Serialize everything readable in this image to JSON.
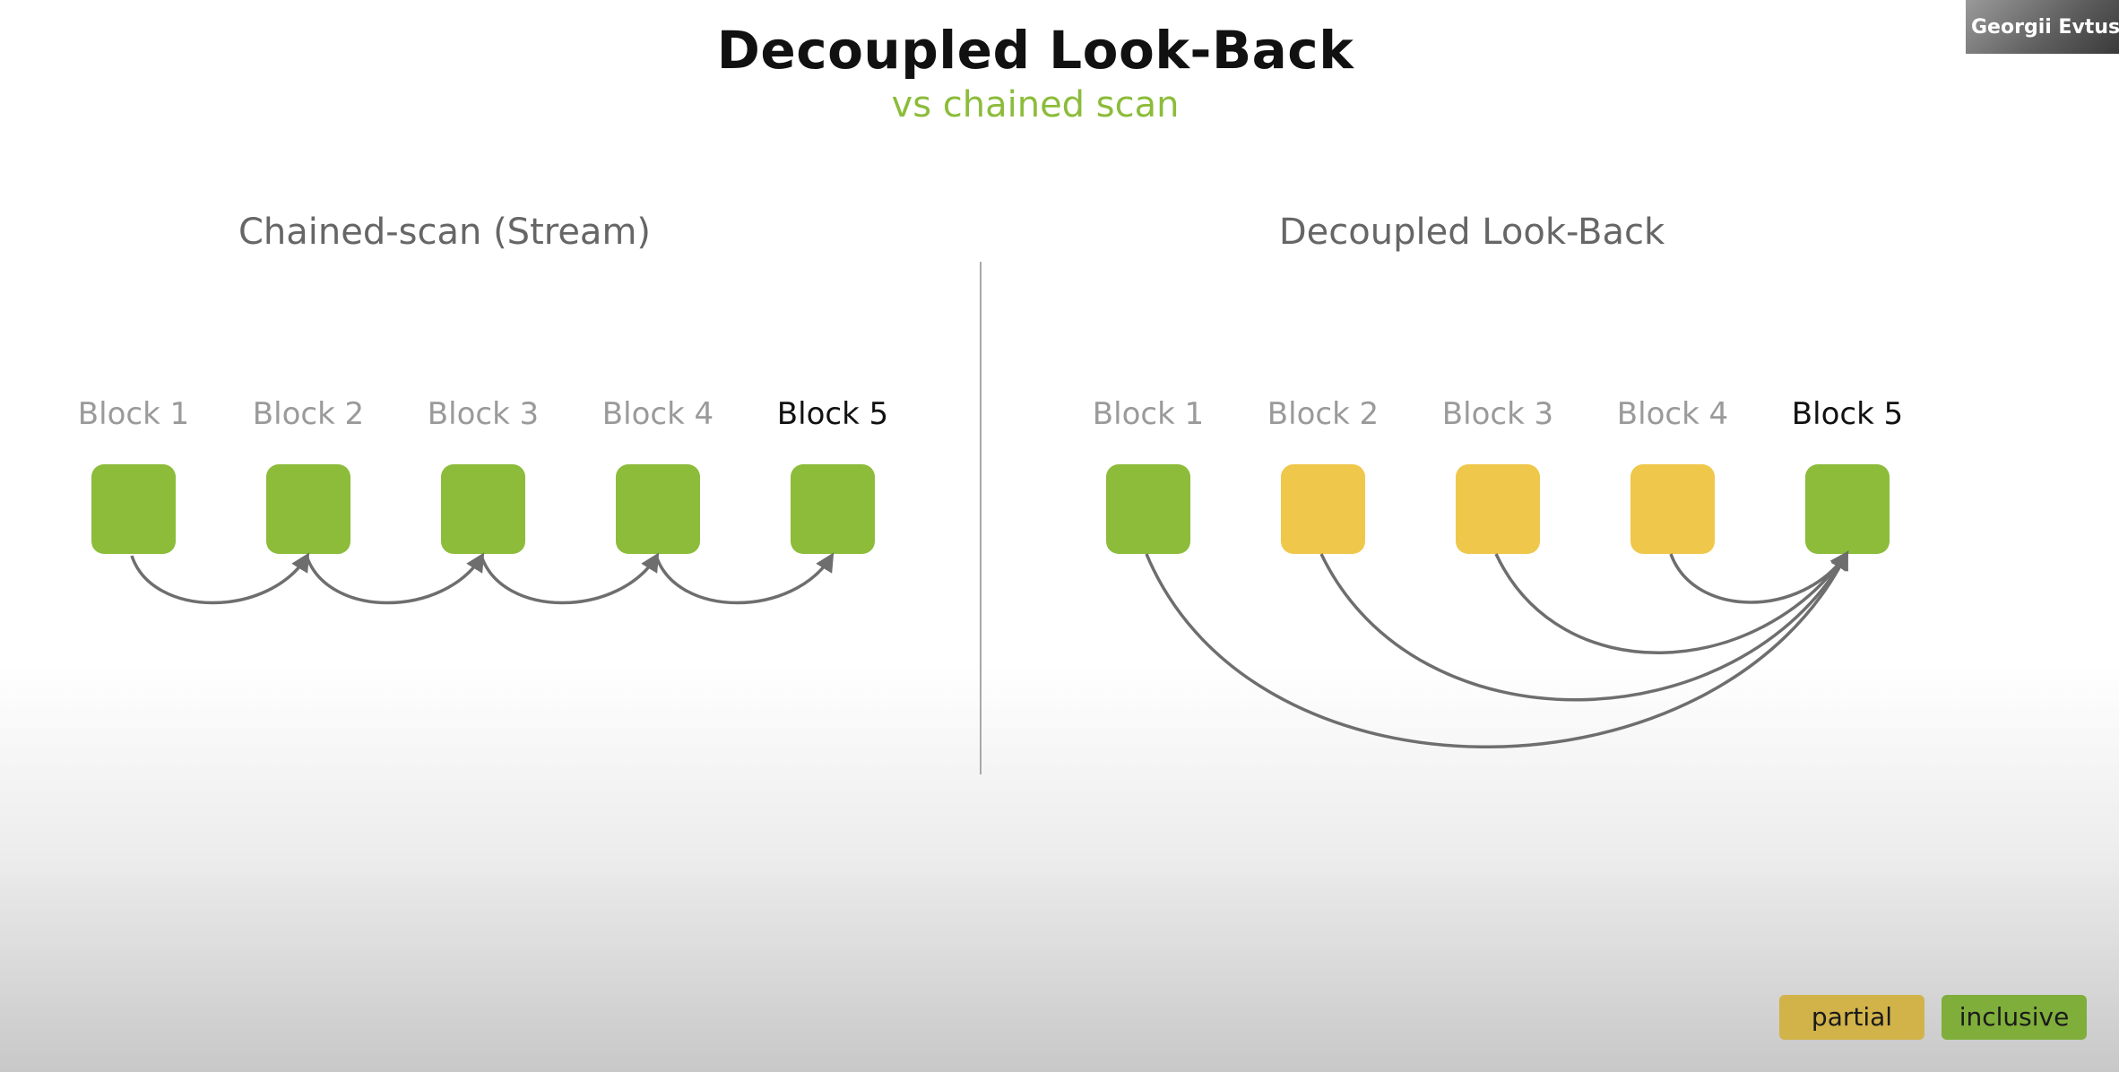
{
  "slide": {
    "title": "Decoupled Look-Back",
    "subtitle": "vs chained scan"
  },
  "left_panel": {
    "title": "Chained-scan (Stream)",
    "blocks": [
      {
        "label": "Block 1",
        "state": "inclusive"
      },
      {
        "label": "Block 2",
        "state": "inclusive"
      },
      {
        "label": "Block 3",
        "state": "inclusive"
      },
      {
        "label": "Block 4",
        "state": "inclusive"
      },
      {
        "label": "Block 5",
        "state": "inclusive",
        "current": true
      }
    ],
    "arrows": [
      [
        1,
        2
      ],
      [
        2,
        3
      ],
      [
        3,
        4
      ],
      [
        4,
        5
      ]
    ]
  },
  "right_panel": {
    "title": "Decoupled Look-Back",
    "blocks": [
      {
        "label": "Block 1",
        "state": "inclusive"
      },
      {
        "label": "Block 2",
        "state": "partial"
      },
      {
        "label": "Block 3",
        "state": "partial"
      },
      {
        "label": "Block 4",
        "state": "partial"
      },
      {
        "label": "Block 5",
        "state": "inclusive",
        "current": true
      }
    ],
    "arrows": [
      [
        1,
        5
      ],
      [
        2,
        5
      ],
      [
        3,
        5
      ],
      [
        4,
        5
      ]
    ]
  },
  "legend": {
    "partial_label": "partial",
    "inclusive_label": "inclusive"
  },
  "video_overlay": {
    "name": "Georgii Evtusher"
  },
  "colors": {
    "inclusive": "#8cbc3a",
    "partial": "#efc74b",
    "arrow": "#6e6e6e",
    "subtitle": "#8cbc3a"
  }
}
